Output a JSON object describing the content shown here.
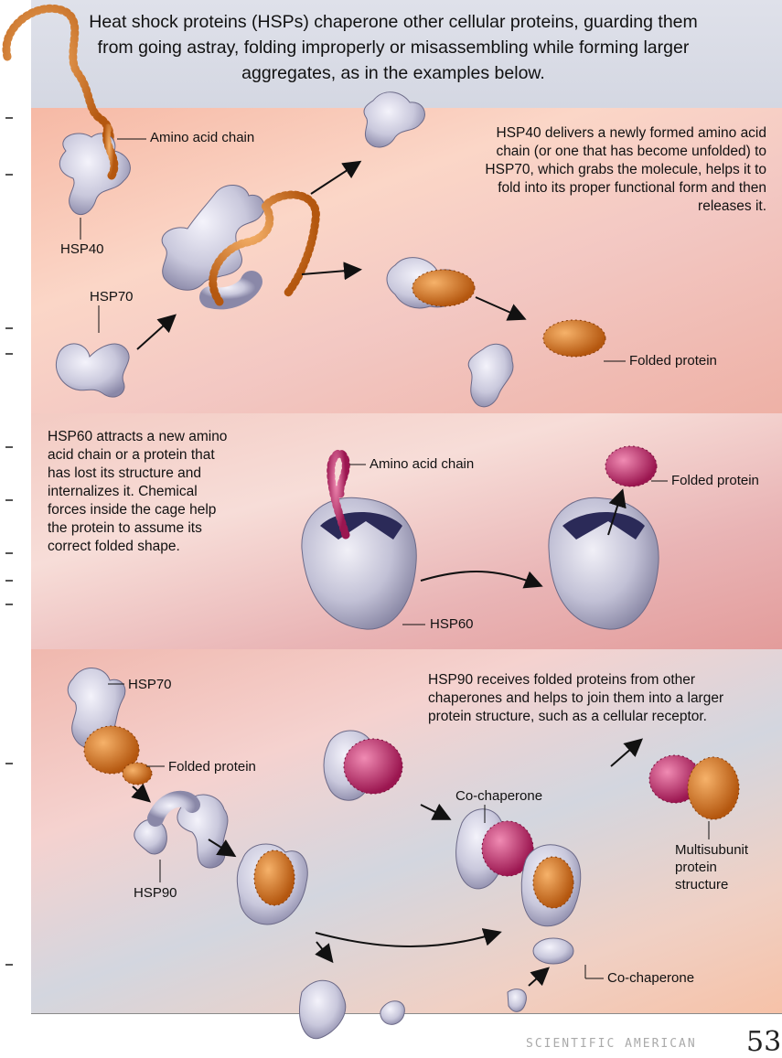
{
  "header": {
    "text": "Heat shock proteins (HSPs) chaperone other cellular proteins, guarding them from going astray, folding improperly or misassembling while forming larger aggregates, as in the examples below."
  },
  "panel1": {
    "labels": {
      "amino_acid_chain": "Amino acid chain",
      "hsp40": "HSP40",
      "hsp70": "HSP70",
      "folded_protein": "Folded protein"
    },
    "description": "HSP40 delivers a newly formed amino acid chain (or one that has become unfolded) to HSP70, which grabs the molecule, helps it to fold into its proper functional form and then releases it."
  },
  "panel2": {
    "labels": {
      "amino_acid_chain": "Amino acid chain",
      "folded_protein": "Folded protein",
      "hsp60": "HSP60"
    },
    "description": "HSP60 attracts a new amino acid chain or a protein that has lost its structure and internalizes it. Chemical forces inside the cage help the protein to assume its correct folded shape."
  },
  "panel3": {
    "labels": {
      "hsp70": "HSP70",
      "folded_protein": "Folded protein",
      "hsp90": "HSP90",
      "co_chaperone_top": "Co-chaperone",
      "co_chaperone_bottom": "Co-chaperone",
      "multisubunit": "Multisubunit protein structure"
    },
    "description": "HSP90 receives folded proteins from other chaperones and helps to join them into a larger protein structure, such as a cellular receptor."
  },
  "page": {
    "number": "53",
    "footer": "SCIENTIFIC AMERICAN"
  },
  "colors": {
    "protein": "#d4d3e3",
    "orange_chain": "#d4741c",
    "magenta_chain": "#c22a6a"
  }
}
